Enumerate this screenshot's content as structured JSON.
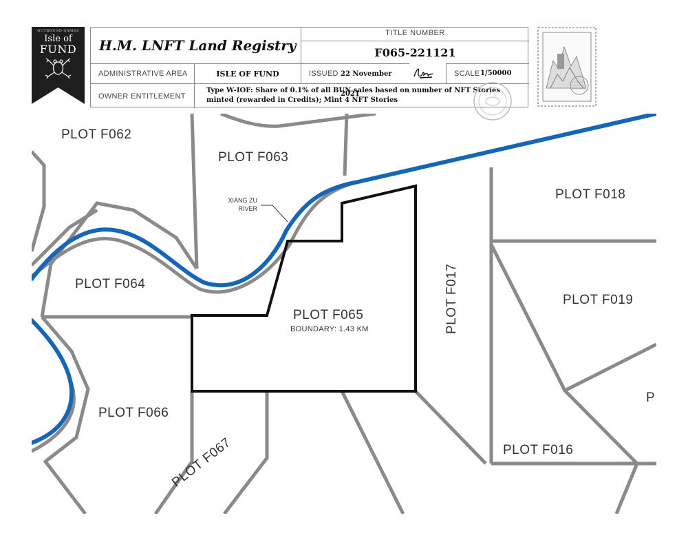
{
  "logo": {
    "tagline": "OUTBOUND GAMES",
    "line1": "Isle of",
    "line2": "FUND"
  },
  "header": {
    "registry_title": "H.M. LNFT Land Registry",
    "title_number_label": "TITLE NUMBER",
    "title_number": "F065-221121",
    "admin_area_label": "ADMINISTRATIVE AREA",
    "admin_area": "ISLE OF FUND",
    "issued_label": "ISSUED",
    "issued_date": "22 November 2021",
    "scale_label": "SCALE",
    "scale": "1/50000",
    "owner_label": "OWNER ENTITLEMENT",
    "owner_entitlement": "Type W-IOF: Share of 0.1% of all BUN sales based on number of NFT Stories minted (rewarded in Credits); Mint 4 NFT Stories"
  },
  "colors": {
    "river": "#1565b8",
    "road": "#8a8a8a",
    "plot_boundary": "#111111",
    "logo_bg": "#1e1e1e"
  },
  "map": {
    "plots": {
      "f062": "PLOT F062",
      "f063": "PLOT F063",
      "f064": "PLOT F064",
      "f065": "PLOT F065",
      "f066": "PLOT F066",
      "f067": "PLOT F067",
      "f017": "PLOT F017",
      "f018": "PLOT F018",
      "f019": "PLOT F019",
      "f016": "PLOT F016",
      "partial": "P"
    },
    "river_line1": "XIANG ZU",
    "river_line2": "RIVER",
    "boundary": "BOUNDARY: 1.43 KM"
  }
}
